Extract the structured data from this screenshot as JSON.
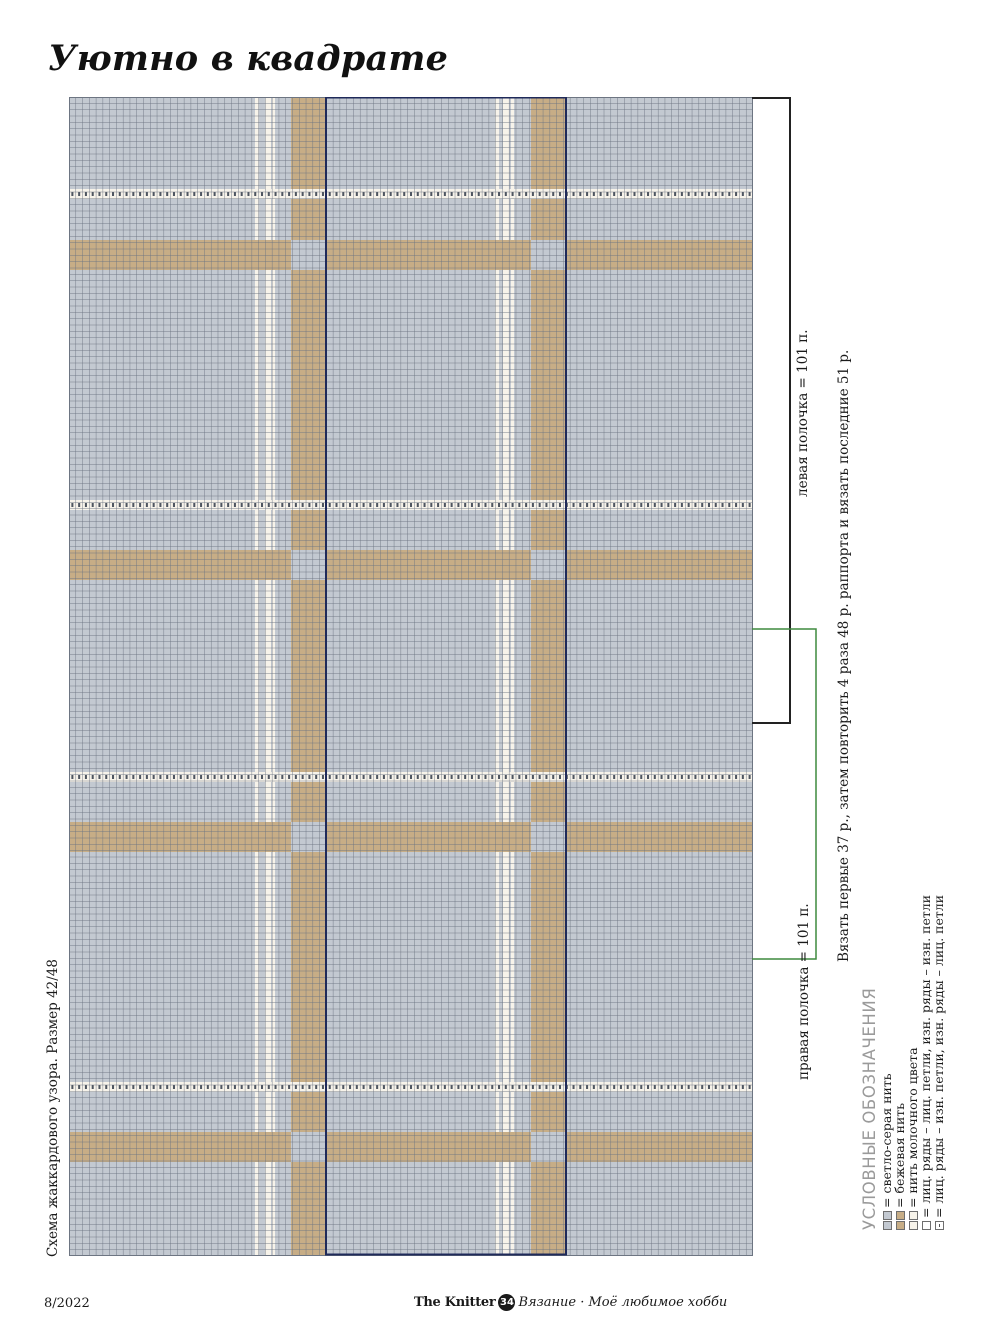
{
  "title": "Уютно в квадрате",
  "chart_caption": "Схема жаккардового узора. Размер 42/48",
  "left_panel_label": "левая полочка = 101 п.",
  "right_panel_label": "правая полочка = 101 п.",
  "repeat_note": "Вязать первые 37 р., затем повторить 4 раза 48 р. раппорта и вязать последние 51 р.",
  "legend": {
    "title": "УСЛОВНЫЕ ОБОЗНАЧЕНИЯ",
    "items": [
      {
        "text": "= светло-серая нить",
        "swatch": "grey"
      },
      {
        "text": "= бежевая нить",
        "swatch": "beige"
      },
      {
        "text": "= нить молочного цвета",
        "swatch": "milk"
      },
      {
        "text": "= лиц. ряды – лиц. петли, изн. ряды – изн. петли",
        "swatch": "blank"
      },
      {
        "text": "= лиц. ряды – изн. петли, изн. ряды – лиц. петли",
        "swatch": "dot"
      }
    ]
  },
  "colors": {
    "grey": "#c3c9d1",
    "beige": "#c7ad86",
    "milk": "#f7f3ea",
    "grid_line": "#6d7582",
    "repeat_frame": "#1f2a5a",
    "left_bracket": "#222222",
    "right_bracket": "#3f8a3f"
  },
  "footer": {
    "date": "8/2022",
    "magazine": "The Knitter",
    "page": "34",
    "tagline": "Вязание · Моё любимое хобби"
  }
}
